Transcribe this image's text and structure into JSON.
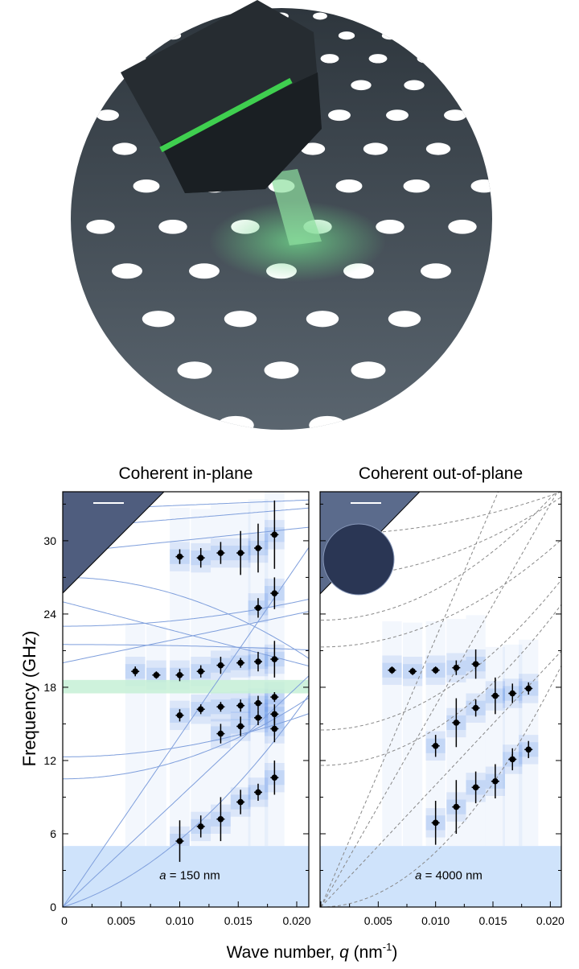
{
  "chart_data": [
    {
      "type": "scatter",
      "title": "Coherent in-plane",
      "xlabel": "Wave number, q (nm-1)",
      "ylabel": "Frequency (GHz)",
      "xlim": [
        0,
        0.021
      ],
      "ylim": [
        0,
        34
      ],
      "xticks": [
        "0",
        "0.005",
        "0.010",
        "0.015",
        "0.020"
      ],
      "yticks": [
        "0",
        "6",
        "12",
        "18",
        "24",
        "30"
      ],
      "annotation": "a = 150 nm",
      "shaded_below_GHz": 5,
      "green_band_GHz": [
        17.5,
        18.6
      ],
      "points": [
        [
          0.01,
          28.7,
          0.6
        ],
        [
          0.0118,
          28.6,
          0.8
        ],
        [
          0.0135,
          29.0,
          0.9
        ],
        [
          0.0152,
          29.0,
          1.8
        ],
        [
          0.0167,
          29.4,
          2.0
        ],
        [
          0.0181,
          30.5,
          2.8
        ],
        [
          0.0167,
          24.5,
          0.8
        ],
        [
          0.0181,
          25.7,
          1.3
        ],
        [
          0.0062,
          19.3,
          0.4
        ],
        [
          0.008,
          19.0,
          0.3
        ],
        [
          0.01,
          19.0,
          0.5
        ],
        [
          0.0118,
          19.3,
          0.5
        ],
        [
          0.0135,
          19.8,
          0.7
        ],
        [
          0.0152,
          20.0,
          0.4
        ],
        [
          0.0167,
          20.1,
          0.8
        ],
        [
          0.0181,
          20.3,
          1.5
        ],
        [
          0.0181,
          17.2,
          0.4
        ],
        [
          0.01,
          15.7,
          0.5
        ],
        [
          0.0118,
          16.2,
          0.4
        ],
        [
          0.0135,
          16.4,
          0.4
        ],
        [
          0.0152,
          16.5,
          0.5
        ],
        [
          0.0167,
          16.7,
          0.6
        ],
        [
          0.0181,
          15.8,
          0.8
        ],
        [
          0.0135,
          14.2,
          0.8
        ],
        [
          0.0152,
          14.8,
          0.8
        ],
        [
          0.0167,
          15.5,
          0.6
        ],
        [
          0.0181,
          14.6,
          1.1
        ],
        [
          0.01,
          5.4,
          1.7
        ],
        [
          0.0118,
          6.6,
          0.9
        ],
        [
          0.0135,
          7.2,
          1.8
        ],
        [
          0.0152,
          8.6,
          1.0
        ],
        [
          0.0167,
          9.4,
          0.7
        ],
        [
          0.0181,
          10.6,
          1.4
        ]
      ]
    },
    {
      "type": "scatter",
      "title": "Coherent out-of-plane",
      "xlabel": "Wave number, q (nm-1)",
      "xlim": [
        0,
        0.021
      ],
      "ylim": [
        0,
        34
      ],
      "xticks": [
        "0.005",
        "0.010",
        "0.015",
        "0.020"
      ],
      "annotation": "a = 4000 nm",
      "shaded_below_GHz": 5,
      "points": [
        [
          0.0062,
          19.4,
          0.3
        ],
        [
          0.008,
          19.3,
          0.3
        ],
        [
          0.01,
          19.4,
          0.3
        ],
        [
          0.0118,
          19.6,
          0.6
        ],
        [
          0.0135,
          19.9,
          1.2
        ],
        [
          0.0118,
          15.1,
          2.0
        ],
        [
          0.0135,
          16.3,
          0.7
        ],
        [
          0.0152,
          17.3,
          1.5
        ],
        [
          0.0167,
          17.5,
          0.8
        ],
        [
          0.0181,
          17.9,
          0.5
        ],
        [
          0.01,
          13.2,
          0.9
        ],
        [
          0.01,
          6.9,
          1.8
        ],
        [
          0.0118,
          8.2,
          2.2
        ],
        [
          0.0135,
          9.8,
          1.3
        ],
        [
          0.0152,
          10.3,
          1.4
        ],
        [
          0.0167,
          12.1,
          0.9
        ],
        [
          0.0181,
          12.9,
          0.7
        ]
      ]
    }
  ],
  "xaxis_title": "Wave number, ",
  "xaxis_var": "q",
  "xaxis_unit": " (nm",
  "xaxis_exp": "-1",
  "xaxis_close": ")",
  "colors": {
    "data": "#2f6fe0",
    "curve": "#7f9fdc",
    "shade": "#cfe3fb",
    "green": "#c6f0d6",
    "sample": "#3e4a52"
  }
}
